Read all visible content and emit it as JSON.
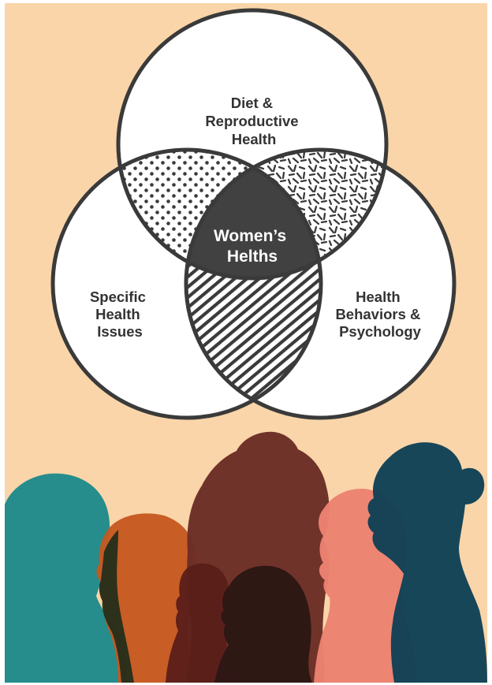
{
  "venn": {
    "top_circle_label": [
      "Diet &",
      "Reproductive",
      "Health"
    ],
    "left_circle_label": [
      "Specific",
      "Health",
      "Issues"
    ],
    "right_circle_label": [
      "Health",
      "Behaviors &",
      "Psychology"
    ],
    "center_label": [
      "Women’s",
      "Helths"
    ]
  },
  "colors": {
    "background": "#f9d5a9",
    "circle_fill": "#ffffff",
    "outline": "#3a3a3a",
    "center_fill": "#414141",
    "pattern_ink": "#3a3a3a"
  },
  "silhouettes": [
    {
      "name": "teal-woman-hijab",
      "color": "#1f8a8b"
    },
    {
      "name": "orange-woman",
      "color": "#c6571f"
    },
    {
      "name": "brown-woman-curly-hair",
      "color": "#6b2d26"
    },
    {
      "name": "dark-red-woman",
      "color": "#5b1f1a"
    },
    {
      "name": "dark-woman",
      "color": "#2d1714"
    },
    {
      "name": "pink-woman",
      "color": "#ec8272"
    },
    {
      "name": "navy-woman-bun",
      "color": "#0f3f55"
    }
  ]
}
